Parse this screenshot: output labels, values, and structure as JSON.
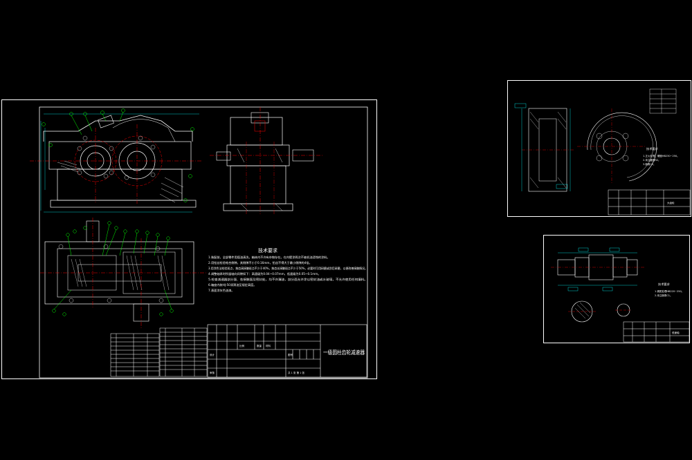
{
  "main_sheet": {
    "tech_requirements": {
      "title": "技术要求",
      "lines": [
        "1.装配前，全部零件用煤油清洗，箱体内不许有杂物存在。在内壁涂两次不被机油浸蚀的涂料。",
        "2.用铅丝检验啮合侧隙，其侧隙不小于0.16mm，铅丝不得大于最小侧隙的4倍。",
        "3.用涂色法检验斑点，按齿高接触斑点不少于40%，按齿长接触斑点不少于50%，必要时可用研磨或刮后研磨，以便改善接触情况。",
        "4.调整轴承时所留轴向间隙如下：高速级为0.04~0.07mm，低速级为0.05~0.1mm。",
        "5.检查减速器剖分面、各接触面及密封处，均不许漏油，剖分面允许涂以密封油或水玻璃，不允许使用任何填料。",
        "6.箱座内装HJ-50润滑油至规定高度。",
        "7.表面涂灰色油漆。"
      ]
    },
    "title_block": {
      "title": "一级圆柱齿轮减速器",
      "cells": [
        "比例",
        "数量",
        "材料",
        "图号",
        "设计",
        "审核",
        "共 1 张 第 1 张"
      ]
    }
  },
  "gear_sheet": {
    "tech_title": "技术要求",
    "tech_lines": [
      "1.正火处理，硬度HB230~250。",
      "2.未注圆角R2。",
      "3.倒角C2。"
    ],
    "title_block_name": "大齿轮"
  },
  "shaft_sheet": {
    "tech_title": "技术要求",
    "tech_lines": [
      "1.调质处理HB220~250。",
      "2.未注倒角C1。"
    ],
    "title_block_name": "低速轴"
  },
  "colors": {
    "background": "#000000",
    "white": "#ffffff",
    "red": "#ff0000",
    "green": "#00ff00",
    "cyan": "#00ffff",
    "yellow": "#ffff00",
    "magenta": "#ff00ff"
  }
}
